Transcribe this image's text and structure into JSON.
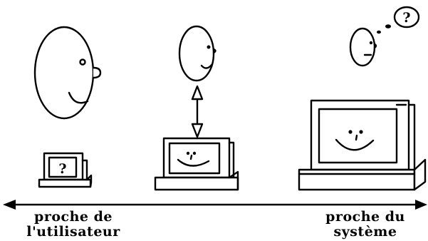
{
  "labels": {
    "left_line1": "proche de",
    "left_line2": "l'utilisateur",
    "right_line1": "proche du",
    "right_line2": "système"
  },
  "glyphs": {
    "question_mark": "?"
  },
  "colors": {
    "ink": "#000000",
    "background": "#ffffff"
  }
}
